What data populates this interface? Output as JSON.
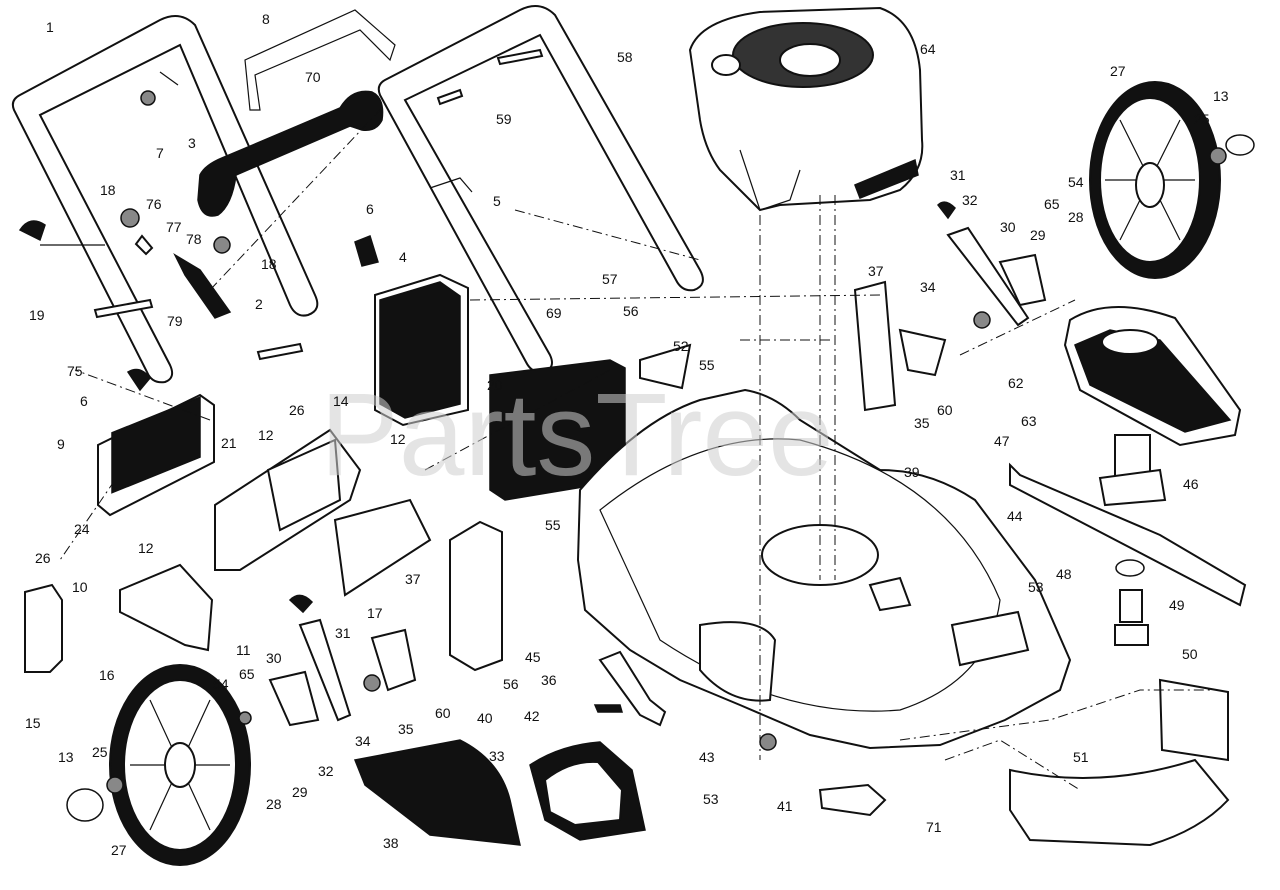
{
  "watermark": "PartsTree",
  "callouts": [
    "1",
    "8",
    "70",
    "58",
    "64",
    "3",
    "7",
    "59",
    "5",
    "27",
    "13",
    "25",
    "54",
    "31",
    "32",
    "65",
    "28",
    "30",
    "29",
    "18",
    "76",
    "77",
    "78",
    "18",
    "6",
    "4",
    "19",
    "2",
    "79",
    "75",
    "6",
    "26",
    "21",
    "57",
    "56",
    "69",
    "52",
    "55",
    "37",
    "34",
    "20",
    "62",
    "63",
    "35",
    "60",
    "47",
    "46",
    "9",
    "14",
    "12",
    "12",
    "39",
    "24",
    "26",
    "55",
    "44",
    "12",
    "10",
    "17",
    "11",
    "31",
    "37",
    "48",
    "53",
    "49",
    "16",
    "15",
    "50",
    "30",
    "54",
    "65",
    "45",
    "36",
    "56",
    "60",
    "35",
    "34",
    "40",
    "42",
    "13",
    "25",
    "32",
    "28",
    "29",
    "33",
    "43",
    "53",
    "41",
    "71",
    "51",
    "27",
    "38"
  ]
}
